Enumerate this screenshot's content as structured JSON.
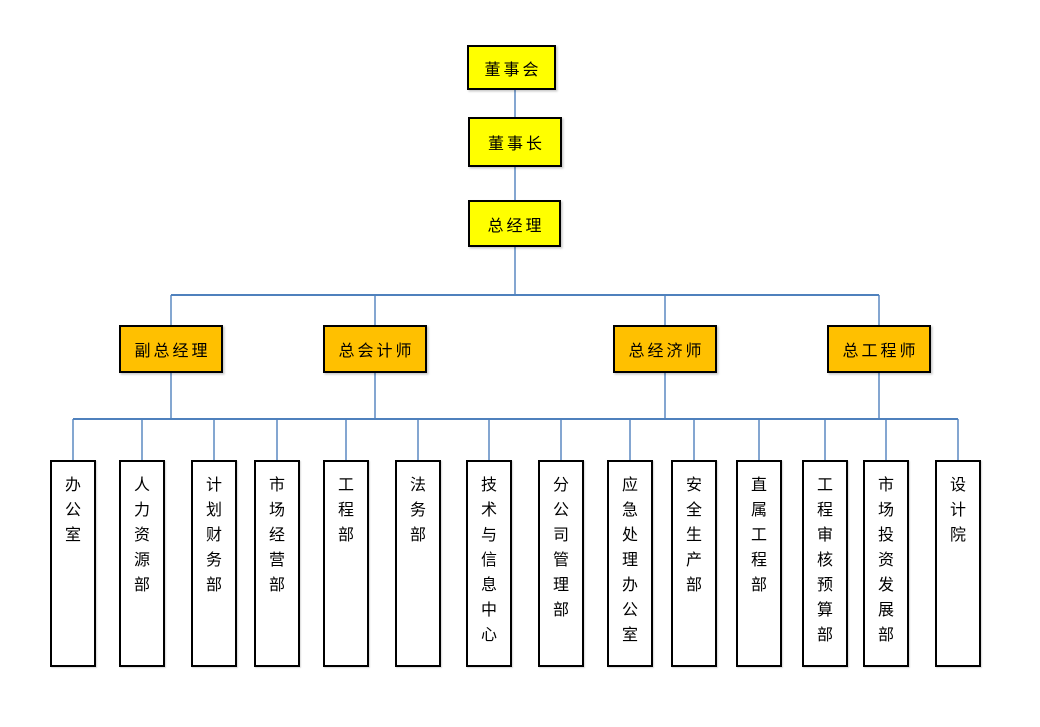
{
  "org_chart": {
    "top_nodes": [
      {
        "id": "board",
        "label": "董事会"
      },
      {
        "id": "chairman",
        "label": "董事长"
      },
      {
        "id": "general-manager",
        "label": "总经理"
      }
    ],
    "executive_nodes": [
      {
        "id": "deputy-general-manager",
        "label": "副总经理"
      },
      {
        "id": "chief-accountant",
        "label": "总会计师"
      },
      {
        "id": "chief-economist",
        "label": "总经济师"
      },
      {
        "id": "chief-engineer",
        "label": "总工程师"
      }
    ],
    "department_nodes": [
      {
        "id": "office",
        "label": "办公室"
      },
      {
        "id": "human-resources",
        "label": "人力资源部"
      },
      {
        "id": "planning-finance",
        "label": "计划财务部"
      },
      {
        "id": "market-operations",
        "label": "市场经营部"
      },
      {
        "id": "engineering",
        "label": "工程部"
      },
      {
        "id": "legal",
        "label": "法务部"
      },
      {
        "id": "tech-info-center",
        "label": "技术与信息中心"
      },
      {
        "id": "branch-management",
        "label": "分公司管理部"
      },
      {
        "id": "emergency-response",
        "label": "应急处理办公室"
      },
      {
        "id": "safety-production",
        "label": "安全生产部"
      },
      {
        "id": "direct-engineering",
        "label": "直属工程部"
      },
      {
        "id": "engineering-audit-budget",
        "label": "工程审核预算部"
      },
      {
        "id": "market-investment-development",
        "label": "市场投资发展部"
      },
      {
        "id": "design-institute",
        "label": "设计院"
      }
    ],
    "colors": {
      "top_fill": "#FFFF00",
      "executive_fill": "#FFC000",
      "department_fill": "#FFFFFF",
      "box_border": "#000000",
      "connector": "#4F81BD"
    }
  }
}
